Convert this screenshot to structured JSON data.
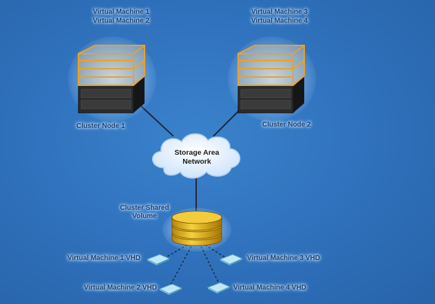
{
  "diagram": {
    "node1": {
      "vms": [
        "Virtual Machine 1",
        "Virtual Machine 2"
      ],
      "label": "Cluster Node 1"
    },
    "node2": {
      "vms": [
        "Virtual Machine 3",
        "Virtual Machine 4"
      ],
      "label": "Cluster Node 2"
    },
    "san": {
      "line1": "Storage Area",
      "line2": "Network"
    },
    "csv": {
      "line1": "Cluster Shared",
      "line2": "Volume"
    },
    "vhds": [
      "Virtual Machine 1 VHD",
      "Virtual Machine 3 VHD",
      "Virtual Machine 2 VHD",
      "Virtual Machine 4 VHD"
    ]
  },
  "colors": {
    "background": "#2f70bb",
    "server_dark": "#1e1e1e",
    "vm_orange": "#f0a020",
    "disk_gold": "#e8b820",
    "cloud": "#e6f2ff",
    "vhd": "#9fd8ee"
  },
  "icons": [
    "server-icon",
    "cloud-icon",
    "disk-stack-icon",
    "vhd-icon"
  ]
}
